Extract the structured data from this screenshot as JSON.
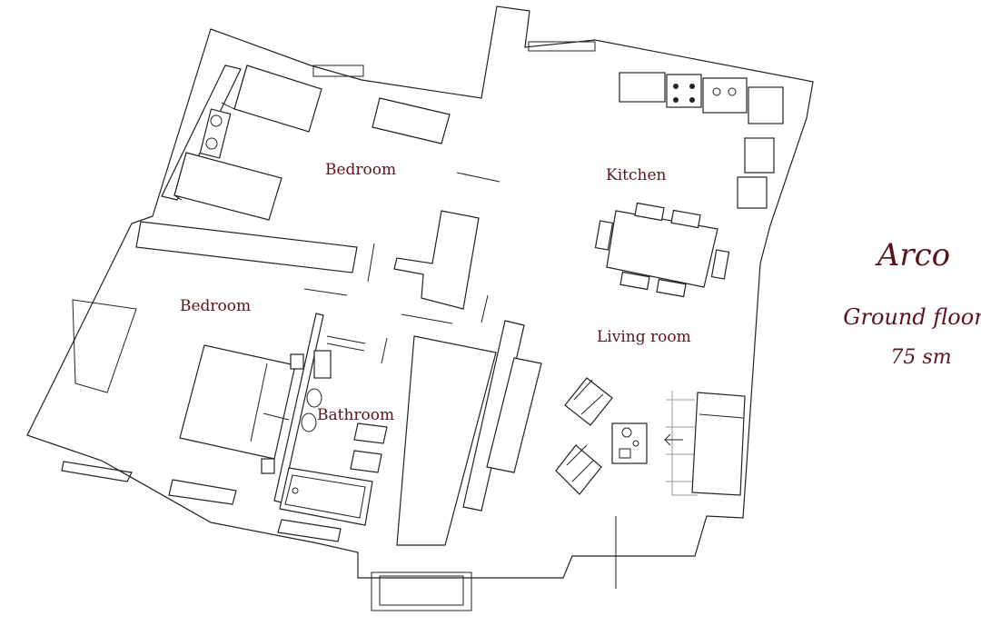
{
  "title": "Arco",
  "subtitle": "Ground floor",
  "area": "75 sm",
  "rooms": {
    "bedroom_top": "Bedroom",
    "bedroom_left": "Bedroom",
    "kitchen": "Kitchen",
    "living_room": "Living room",
    "bathroom": "Bathroom"
  },
  "colors": {
    "label": "#5a1419",
    "line": "#222222"
  }
}
